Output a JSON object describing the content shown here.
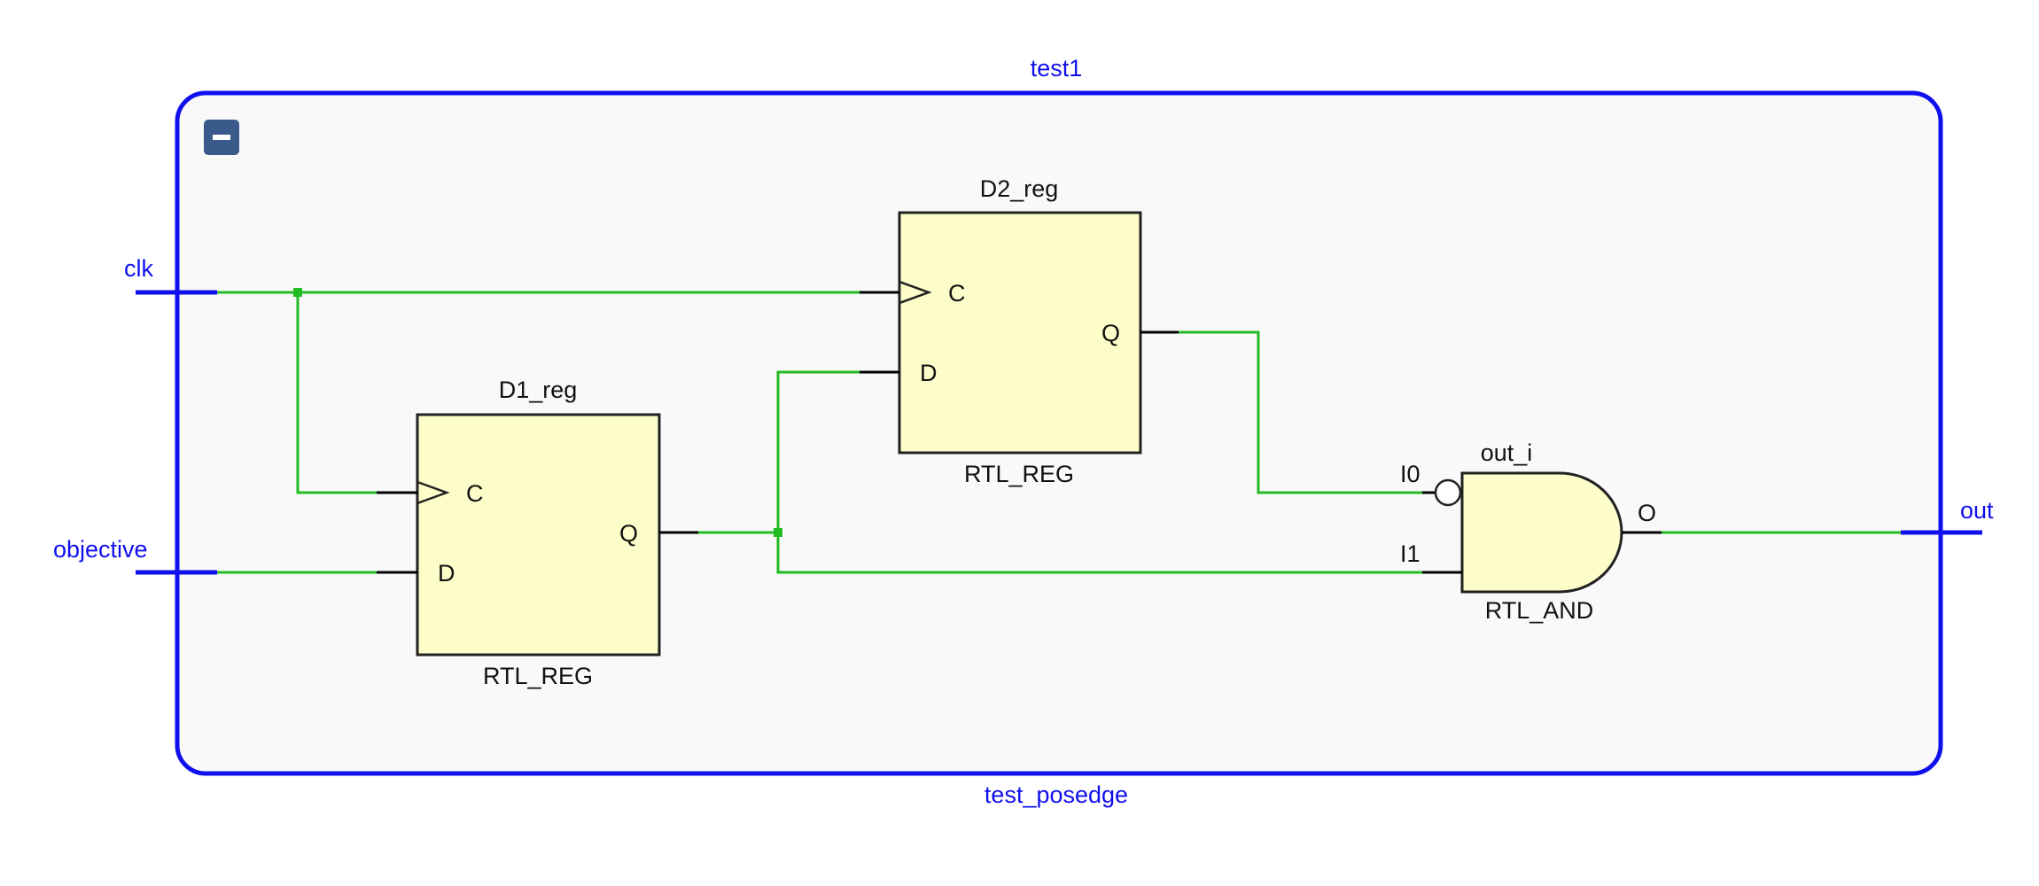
{
  "module": {
    "instance_name": "test1",
    "module_name": "test_posedge",
    "collapse_glyph": "−",
    "colors": {
      "border": "#1010ee",
      "background": "#f9f9fa",
      "wire": "#22bb22",
      "cell_fill": "#fdfdc9",
      "collapse_button": "#3a5a8c"
    }
  },
  "ports": {
    "clk": "clk",
    "objective": "objective",
    "out": "out"
  },
  "cells": {
    "d1": {
      "name": "D1_reg",
      "type": "RTL_REG",
      "pin_c": "C",
      "pin_d": "D",
      "pin_q": "Q"
    },
    "d2": {
      "name": "D2_reg",
      "type": "RTL_REG",
      "pin_c": "C",
      "pin_d": "D",
      "pin_q": "Q"
    },
    "and": {
      "name": "out_i",
      "type": "RTL_AND",
      "pin_i0": "I0",
      "pin_i1": "I1",
      "pin_o": "O"
    }
  }
}
